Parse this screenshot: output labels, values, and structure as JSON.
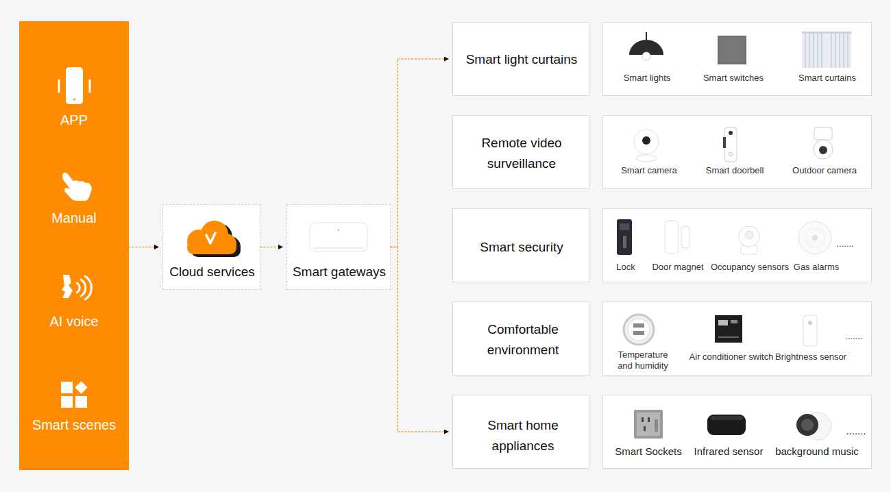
{
  "diagram": {
    "nodes": [
      {
        "text": [
          "APP",
          "Manual",
          "AI voice",
          "Smart scenes"
        ]
      },
      {
        "text": [
          "Cloud services"
        ]
      },
      {
        "text": [
          "Smart gateways"
        ]
      },
      {
        "text": [
          "Smart light curtains"
        ]
      },
      {
        "text": [
          "Smart lights",
          "Smart switches",
          "Smart curtains"
        ]
      },
      {
        "text": [
          "Remote video surveillance"
        ]
      },
      {
        "text": [
          "Smart camera",
          "Smart doorbell",
          "Outdoor camera"
        ]
      },
      {
        "text": [
          "Smart security"
        ]
      },
      {
        "text": [
          "Lock",
          "Door magnet",
          "Occupancy sensors",
          "Gas alarms",
          "......."
        ]
      },
      {
        "text": [
          "Comfortable environment"
        ]
      },
      {
        "text": [
          "Temperature and humidity",
          "Air conditioner switch",
          "Brightness sensor",
          "......."
        ]
      },
      {
        "text": [
          "Smart home appliances"
        ]
      },
      {
        "text": [
          "Smart Sockets",
          "Infrared sensor",
          "background music",
          "......."
        ]
      }
    ],
    "edges": [
      {
        "from": 0,
        "to": 1,
        "arrow": "to"
      },
      {
        "from": 1,
        "to": 2,
        "arrow": "to"
      },
      {
        "from": 2,
        "to": 3,
        "arrow": "to"
      },
      {
        "from": 2,
        "to": 11,
        "arrow": "to"
      }
    ]
  }
}
